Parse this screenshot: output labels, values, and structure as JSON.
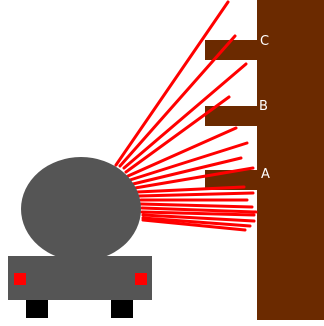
{
  "colors": {
    "background": "#ffffff",
    "building": "#6b2a00",
    "tanker": "#555555",
    "wheels": "#000000",
    "tail_lights": "#ff0000",
    "spray": "#ff0000"
  },
  "ledges": [
    {
      "label": "C"
    },
    {
      "label": "B"
    },
    {
      "label": "A"
    }
  ],
  "spray": {
    "jet_count": 17
  }
}
